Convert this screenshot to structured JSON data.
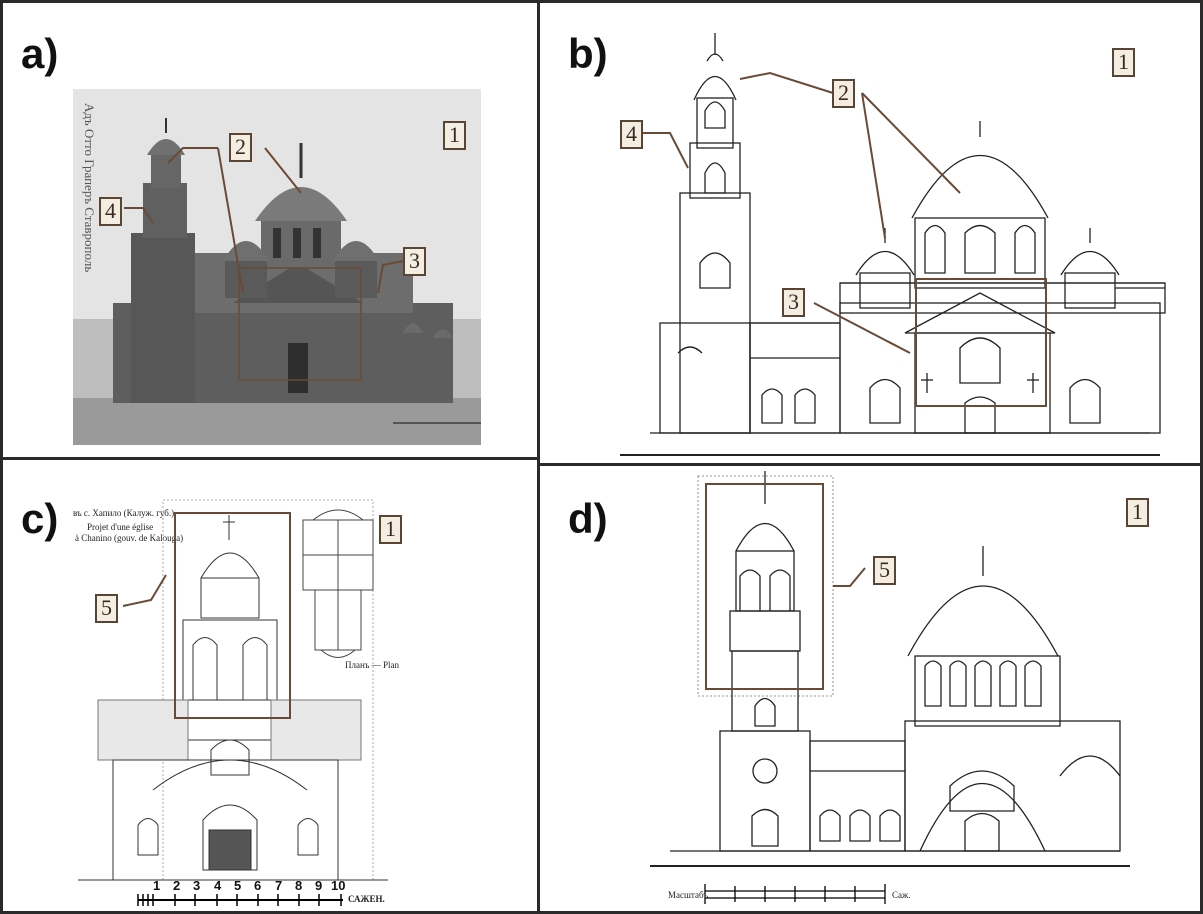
{
  "panels": {
    "a": {
      "letter": "a)",
      "vertical_caption": "Адъ Отто Граперъ Ставрополь"
    },
    "b": {
      "letter": "b)"
    },
    "c": {
      "letter": "c)",
      "caption_lines": [
        "въ с. Хапило (Калуж. губ.)",
        "Projet d'une église",
        "à Chanino (gouv. de Kalouga)"
      ],
      "plan_caption": "Планъ — Plan",
      "scale_numbers": [
        "1",
        "2",
        "3",
        "4",
        "5",
        "6",
        "7",
        "8",
        "9",
        "10"
      ],
      "scale_unit": "САЖЕН."
    },
    "d": {
      "letter": "d)",
      "scale_caption_left": "Масштабъ",
      "scale_caption_right": "Саж."
    }
  },
  "callouts": {
    "one": "1",
    "two": "2",
    "three": "3",
    "four": "4",
    "five": "5"
  },
  "colors": {
    "frame": "#2a2a2a",
    "callout_bg": "#f3ede2",
    "callout_border": "#5a4535",
    "photo_bg": "#8a8a8a"
  }
}
